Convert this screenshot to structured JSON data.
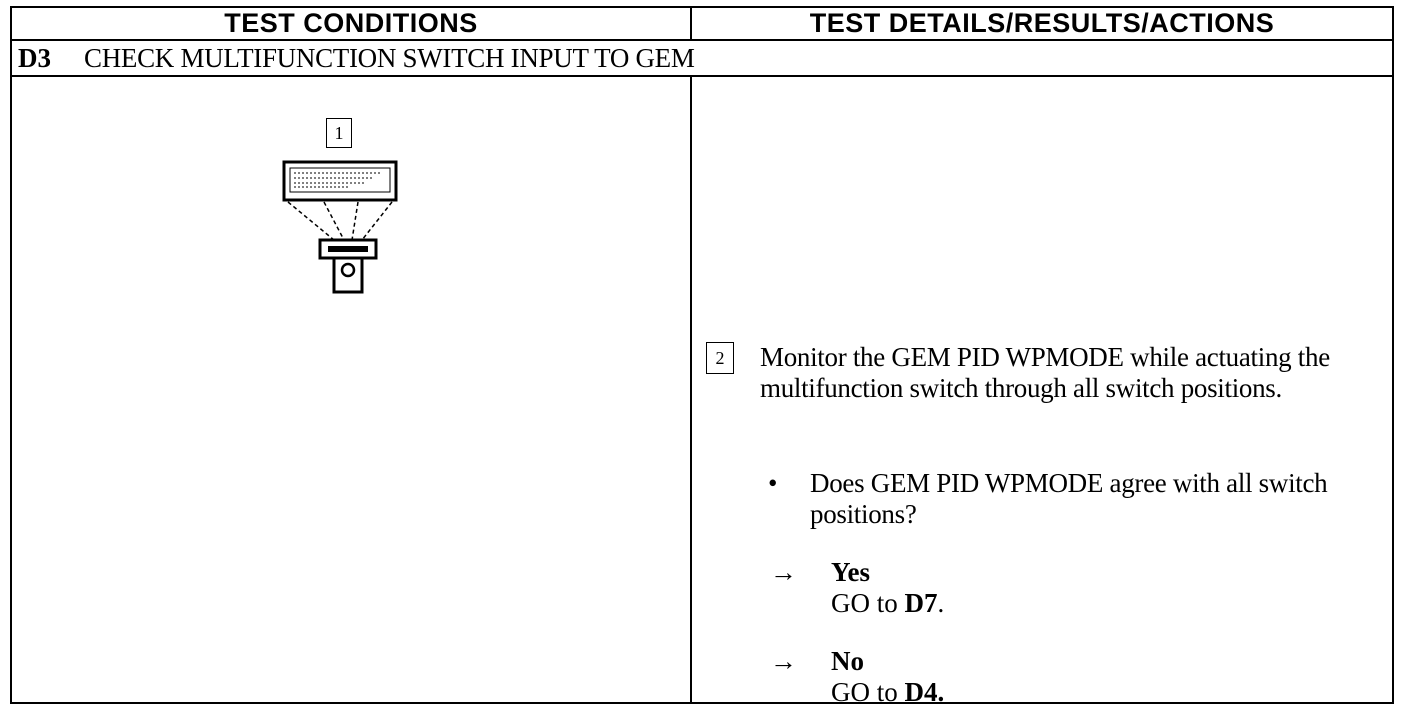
{
  "header": {
    "left": "TEST CONDITIONS",
    "right": "TEST DETAILS/RESULTS/ACTIONS"
  },
  "step": {
    "id": "D3",
    "title": "CHECK MULTIFUNCTION SWITCH INPUT TO GEM"
  },
  "callouts": {
    "one": "1",
    "two": "2"
  },
  "details": {
    "instruction": "Monitor the GEM PID WPMODE while actuating the multifunction switch through all switch positions.",
    "bullet": "•",
    "question": "Does GEM PID WPMODE agree with all switch positions?",
    "arrow": "→",
    "yes": {
      "label": "Yes",
      "action_prefix": "GO to ",
      "action_target": "D7",
      "action_suffix": "."
    },
    "no": {
      "label": "No",
      "action_prefix": "GO to ",
      "action_target": "D4",
      "action_suffix": "."
    }
  }
}
